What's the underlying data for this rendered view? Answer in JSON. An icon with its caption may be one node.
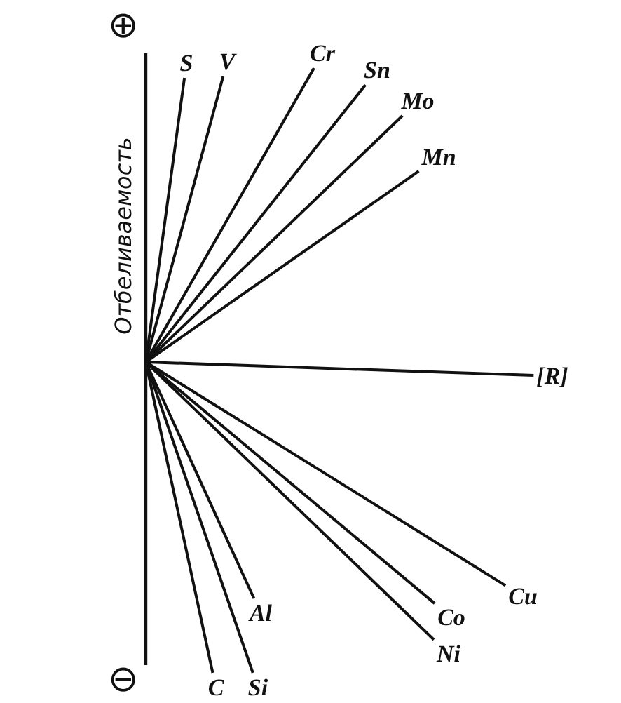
{
  "diagram": {
    "nodes": [
      {
        "text": [
          "S"
        ]
      },
      {
        "text": [
          "V"
        ]
      },
      {
        "text": [
          "Cr"
        ]
      },
      {
        "text": [
          "Sn"
        ]
      },
      {
        "text": [
          "Mo"
        ]
      },
      {
        "text": [
          "Mn"
        ]
      },
      {
        "text": [
          "[R]"
        ]
      },
      {
        "text": [
          "Al"
        ]
      },
      {
        "text": [
          "C"
        ]
      },
      {
        "text": [
          "Si"
        ]
      },
      {
        "text": [
          "Ni"
        ]
      },
      {
        "text": [
          "Co"
        ]
      },
      {
        "text": [
          "Cu"
        ]
      }
    ],
    "edges": [
      {
        "from": null,
        "to": 0,
        "arrow": "none"
      },
      {
        "from": null,
        "to": 1,
        "arrow": "none"
      },
      {
        "from": null,
        "to": 2,
        "arrow": "none"
      },
      {
        "from": null,
        "to": 3,
        "arrow": "none"
      },
      {
        "from": null,
        "to": 4,
        "arrow": "none"
      },
      {
        "from": null,
        "to": 5,
        "arrow": "none"
      },
      {
        "from": null,
        "to": 6,
        "arrow": "none"
      },
      {
        "from": null,
        "to": 7,
        "arrow": "none"
      },
      {
        "from": null,
        "to": 8,
        "arrow": "none"
      },
      {
        "from": null,
        "to": 9,
        "arrow": "none"
      },
      {
        "from": null,
        "to": 10,
        "arrow": "none"
      },
      {
        "from": null,
        "to": 11,
        "arrow": "none"
      },
      {
        "from": null,
        "to": 12,
        "arrow": "none"
      }
    ],
    "labels": [
      "⊕",
      "Отбеливаемость",
      "⊖"
    ]
  }
}
